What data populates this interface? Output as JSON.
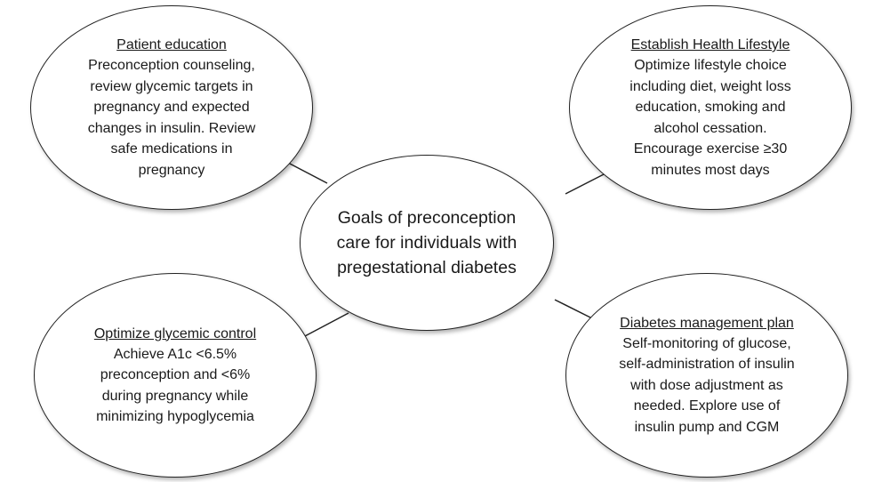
{
  "center": {
    "text": "Goals of preconception\ncare for individuals with\npregestational diabetes"
  },
  "nodes": {
    "patient_education": {
      "title": "Patient education",
      "body": "Preconception counseling,\nreview glycemic targets in\npregnancy and expected\nchanges in insulin.  Review\nsafe medications in\npregnancy"
    },
    "health_lifestyle": {
      "title": "Establish Health Lifestyle",
      "body": "Optimize lifestyle choice\nincluding diet, weight loss\neducation, smoking and\nalcohol cessation.\nEncourage exercise ≥30\nminutes most days"
    },
    "glycemic_control": {
      "title": "Optimize glycemic control",
      "body": "Achieve A1c <6.5%\npreconception and <6%\nduring pregnancy while\nminimizing hypoglycemia"
    },
    "management_plan": {
      "title": "Diabetes management plan",
      "body": "Self-monitoring of glucose,\nself-administration of insulin\nwith dose adjustment as\nneeded. Explore use of\ninsulin pump and CGM"
    }
  }
}
